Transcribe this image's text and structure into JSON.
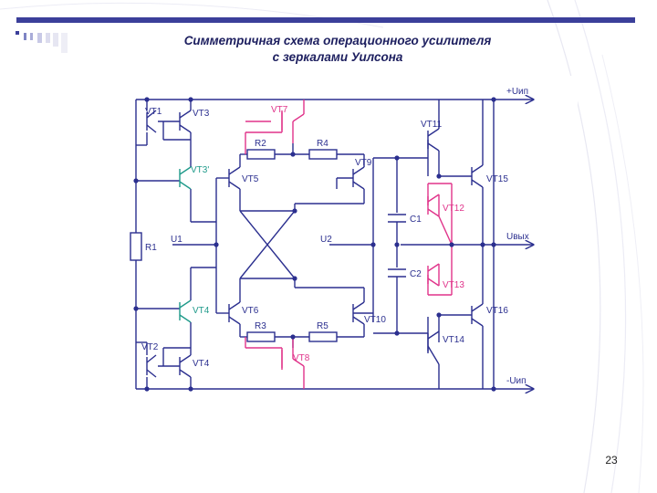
{
  "slide": {
    "title_line1": "Симметричная схема операционного усилителя",
    "title_line2": "с зеркалами Уилсона",
    "page_number": "23",
    "colors": {
      "bar": "#3b3f9a",
      "wire": "#2b2f8f",
      "magenta": "#e0338a",
      "green": "#1f9a8a",
      "title_text": "#1e2060"
    }
  },
  "schematic": {
    "labels": {
      "vcc": "+Uип",
      "vee": "-Uип",
      "out": "Uвых",
      "u1": "U1",
      "u2": "U2",
      "r1": "R1",
      "r2": "R2",
      "r3": "R3",
      "r4": "R4",
      "r5": "R5",
      "c1": "C1",
      "c2": "C2",
      "vt1": "VT1",
      "vt3": "VT3",
      "vt3p": "VT3'",
      "vt5": "VT5",
      "vt7": "VT7",
      "vt9": "VT9",
      "vt11": "VT11",
      "vt12": "VT12",
      "vt13": "VT13",
      "vt14": "VT14",
      "vt15": "VT15",
      "vt16": "VT16",
      "vt2": "VT2",
      "vt4": "VT4",
      "vt4p": "VT4",
      "vt6": "VT6",
      "vt8": "VT8",
      "vt10": "VT10"
    }
  }
}
